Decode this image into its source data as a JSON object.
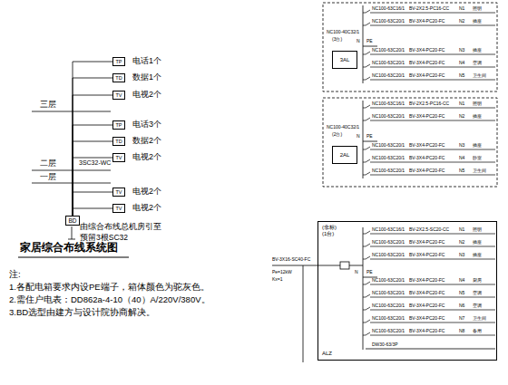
{
  "diagram": {
    "title": "家居综合布线系统图",
    "nodes": [
      {
        "text": [
          "BD"
        ]
      },
      {
        "text": [
          "TP"
        ]
      },
      {
        "text": [
          "TD"
        ]
      },
      {
        "text": [
          "TV"
        ]
      },
      {
        "text": [
          "TP"
        ]
      },
      {
        "text": [
          "TD"
        ]
      },
      {
        "text": [
          "TV"
        ]
      },
      {
        "text": [
          "TV"
        ]
      },
      {
        "text": [
          "TV"
        ]
      },
      {
        "text": [
          "3AL"
        ]
      },
      {
        "text": [
          "2AL"
        ]
      },
      {
        "text": [
          "(非标)",
          "(1台)",
          "ALZ"
        ]
      }
    ],
    "edges": [
      {
        "from": 0,
        "to": 1,
        "arrow": "none"
      },
      {
        "from": 0,
        "to": 2,
        "arrow": "none"
      },
      {
        "from": 0,
        "to": 3,
        "arrow": "none"
      },
      {
        "from": 0,
        "to": 4,
        "arrow": "none"
      },
      {
        "from": 0,
        "to": 5,
        "arrow": "none"
      },
      {
        "from": 0,
        "to": 6,
        "arrow": "none"
      },
      {
        "from": 0,
        "to": 7,
        "arrow": "none"
      },
      {
        "from": 0,
        "to": 8,
        "arrow": "none"
      }
    ],
    "labels": [
      "三层",
      "二层",
      "一层",
      "电话1个",
      "数据1个",
      "电视2个",
      "电话3个",
      "数据2个",
      "电视2个",
      "3SC32-WC",
      "电视2个",
      "电视2个",
      "由综合布线总机房引至",
      "预留3根SC32",
      "注:",
      "1.各配电箱要求内设PE端子，箱体颜色为驼灰色。",
      "2.需住户电表：DD862a-4-10（40）A/220V/380V。",
      "3.BD选型由建方与设计院协商解决。",
      "NC100-40C32/1",
      "(3台)",
      "N",
      "PE",
      "NC100-63C16/1",
      "BV-2X2.5-PC16-CC",
      "N1",
      "照明",
      "NC100-63C20/1",
      "BV-3X4-PC20-FC",
      "N2",
      "插座",
      "NC100-63C20/1",
      "BV-3X4-PC20-FC",
      "N3",
      "插座",
      "NC100-63C20/1",
      "BV-3X4-PC20-FC",
      "N4",
      "空调",
      "NC100-63C20/1",
      "BV-3X4-PC20-FC",
      "N5",
      "卫生间",
      "NC100-40C32/1",
      "(2台)",
      "N",
      "PE",
      "NC100-63C16/1",
      "BV-2X2.5-PC16-CC",
      "N1",
      "照明",
      "NC100-63C20/1",
      "BV-3X4-PC20-FC",
      "N2",
      "插座",
      "NC100-63C20/1",
      "BV-3X4-PC20-FC",
      "N3",
      "插座",
      "NC100-63C20/1",
      "BV-3X4-PC20-FC",
      "N4",
      "卧室",
      "NC100-63C20/1",
      "BV-3X4-PC20-FC",
      "N5",
      "卫生间",
      "BV-3X16-SC40-FC",
      "Pe=12kW",
      "Kx=1",
      "N",
      "PE",
      "DW30-63/3P",
      "NC100-63C16/1",
      "BV-2X2.5-SC20-CC",
      "N1",
      "照明",
      "NC100-63C20/1",
      "BV-3X4-PC20-FC",
      "N2",
      "插座",
      "NC100-63C20/1",
      "BV-3X4-PC20-FC",
      "N3",
      "插座",
      "NC100-63C20/1",
      "BV-3X4-PC20-FC",
      "N4",
      "厨房",
      "NC100-63C20/1",
      "BV-3X4-PC20-FC",
      "N5",
      "空调",
      "NC100-63C20/1",
      "BV-3X4-PC20-FC",
      "N6",
      "空调",
      "NC100-63C20/1",
      "BV-3X4-PC20-FC",
      "N7",
      "卫生间",
      "NC100-63C20/1",
      "BV-3X4-PC20-FC",
      "N8",
      "备用"
    ]
  }
}
